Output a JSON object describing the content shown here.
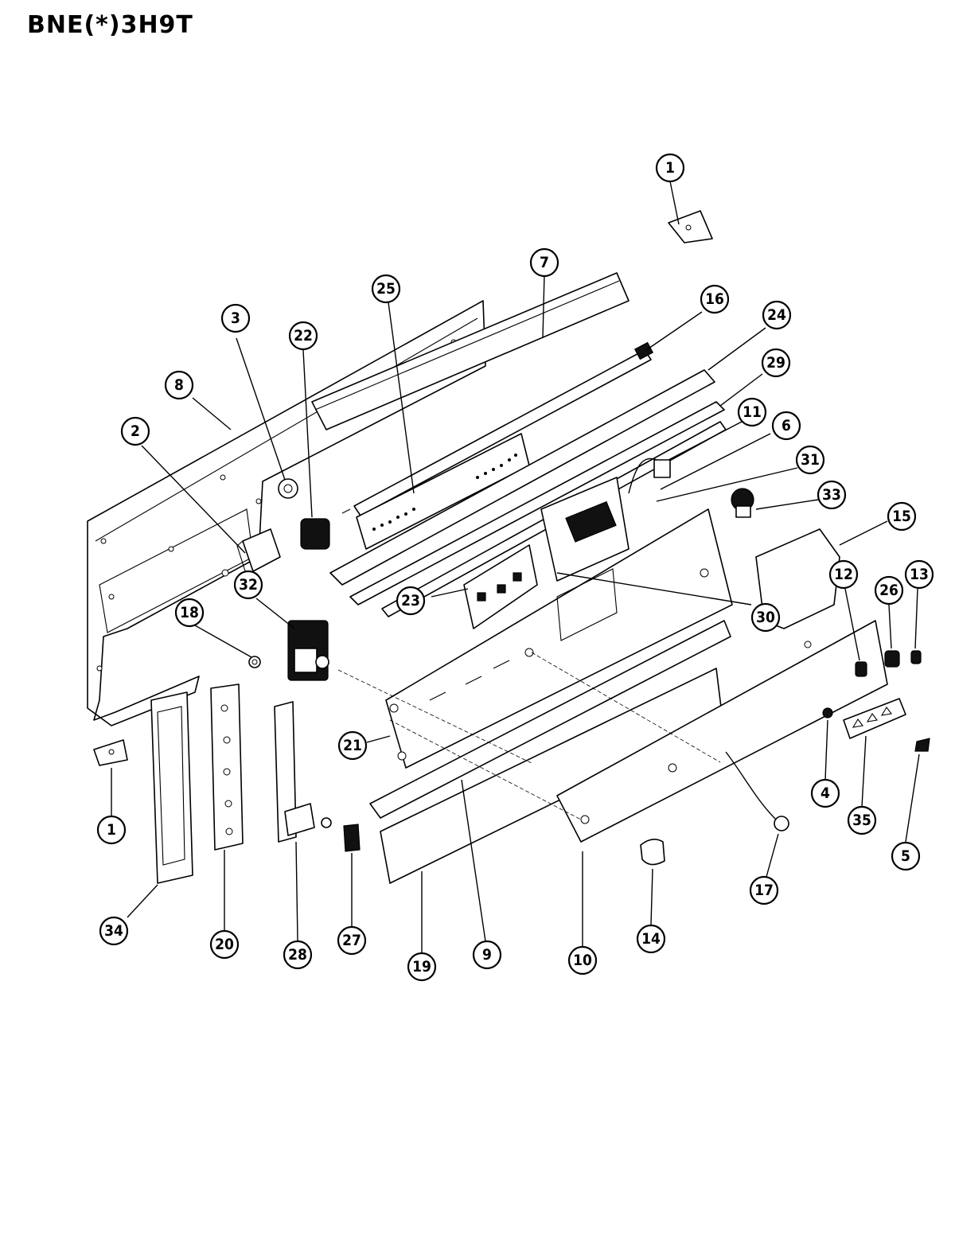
{
  "header": {
    "title": "BNE(*)3H9T"
  },
  "callouts": [
    {
      "id": "c1a",
      "label": "1"
    },
    {
      "id": "c1b",
      "label": "1"
    },
    {
      "id": "c2",
      "label": "2"
    },
    {
      "id": "c3",
      "label": "3"
    },
    {
      "id": "c4",
      "label": "4"
    },
    {
      "id": "c5",
      "label": "5"
    },
    {
      "id": "c6",
      "label": "6"
    },
    {
      "id": "c7",
      "label": "7"
    },
    {
      "id": "c8",
      "label": "8"
    },
    {
      "id": "c9",
      "label": "9"
    },
    {
      "id": "c10",
      "label": "10"
    },
    {
      "id": "c11",
      "label": "11"
    },
    {
      "id": "c12",
      "label": "12"
    },
    {
      "id": "c13",
      "label": "13"
    },
    {
      "id": "c14",
      "label": "14"
    },
    {
      "id": "c15",
      "label": "15"
    },
    {
      "id": "c16",
      "label": "16"
    },
    {
      "id": "c17",
      "label": "17"
    },
    {
      "id": "c18",
      "label": "18"
    },
    {
      "id": "c19",
      "label": "19"
    },
    {
      "id": "c20",
      "label": "20"
    },
    {
      "id": "c21",
      "label": "21"
    },
    {
      "id": "c22",
      "label": "22"
    },
    {
      "id": "c23",
      "label": "23"
    },
    {
      "id": "c24",
      "label": "24"
    },
    {
      "id": "c25",
      "label": "25"
    },
    {
      "id": "c26",
      "label": "26"
    },
    {
      "id": "c27",
      "label": "27"
    },
    {
      "id": "c28",
      "label": "28"
    },
    {
      "id": "c29",
      "label": "29"
    },
    {
      "id": "c30",
      "label": "30"
    },
    {
      "id": "c31",
      "label": "31"
    },
    {
      "id": "c32",
      "label": "32"
    },
    {
      "id": "c33",
      "label": "33"
    },
    {
      "id": "c34",
      "label": "34"
    },
    {
      "id": "c35",
      "label": "35"
    }
  ]
}
